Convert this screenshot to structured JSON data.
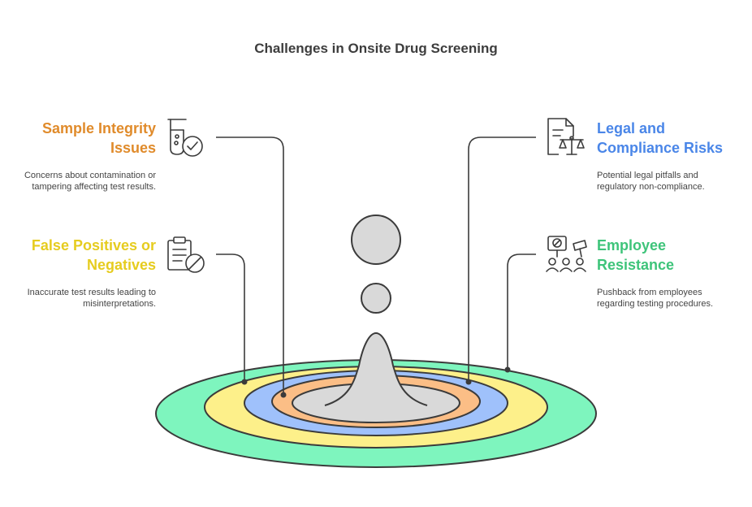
{
  "title": "Challenges in Onsite Drug Screening",
  "items": [
    {
      "label_line1": "Sample Integrity",
      "label_line2": "Issues",
      "description": "Concerns about contamination or tampering affecting test results.",
      "color": "#e08b2b",
      "icon": "test-tube-check-icon"
    },
    {
      "label_line1": "False Positives or",
      "label_line2": "Negatives",
      "description": "Inaccurate test results leading to misinterpretations.",
      "color": "#e6cc1f",
      "icon": "clipboard-prohibited-icon"
    },
    {
      "label_line1": "Legal and",
      "label_line2": "Compliance Risks",
      "description": "Potential legal pitfalls and regulatory non-compliance.",
      "color": "#4a86e8",
      "icon": "document-scales-icon"
    },
    {
      "label_line1": "Employee",
      "label_line2": "Resistance",
      "description": "Pushback from employees regarding testing procedures.",
      "color": "#3ec47a",
      "icon": "protest-group-icon"
    }
  ],
  "rings": {
    "outer_color": "#7ef5be",
    "second_color": "#fdf08a",
    "third_color": "#9fc1fb",
    "fourth_color": "#fbbe86",
    "center_color": "#d9d9d9"
  }
}
